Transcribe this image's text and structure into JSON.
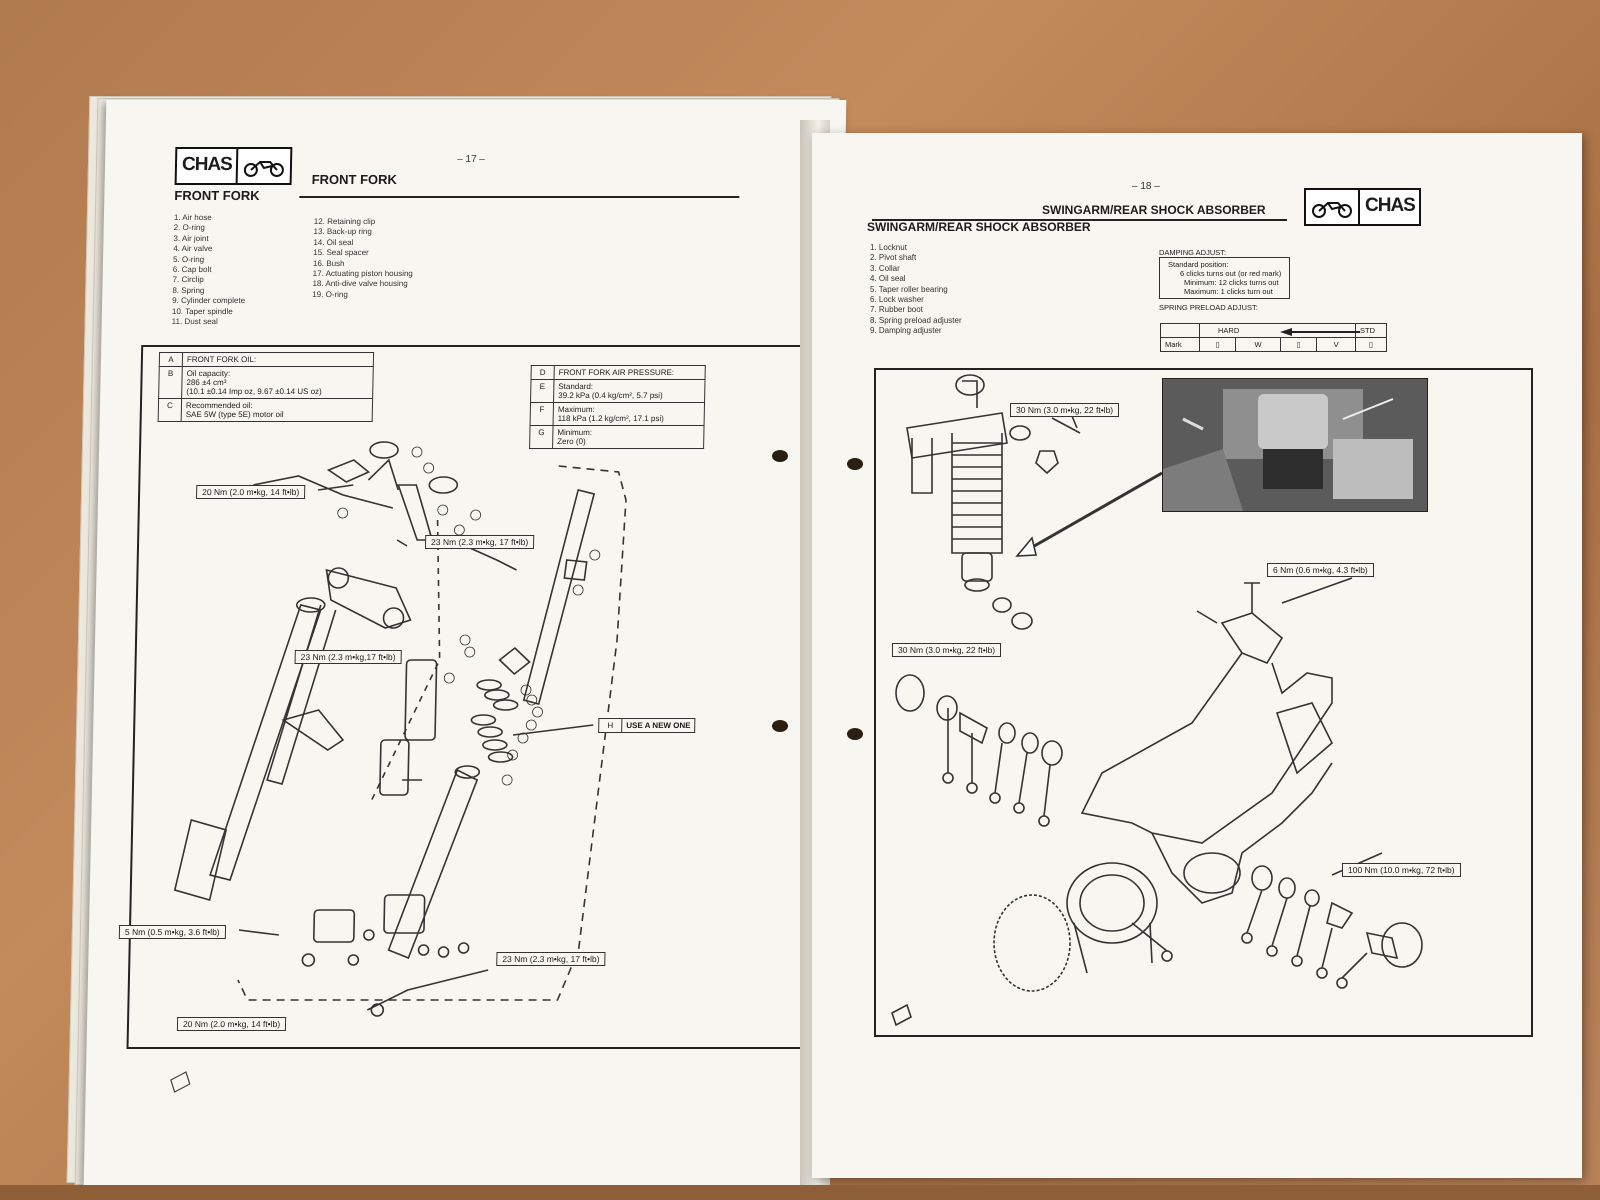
{
  "left": {
    "badge": "CHAS",
    "page_number": "– 17 –",
    "header_title": "FRONT FORK",
    "section_title": "FRONT FORK",
    "parts_col1": [
      "1.  Air hose",
      "2.  O-ring",
      "3.  Air joint",
      "4.  Air valve",
      "5.  O-ring",
      "6.  Cap bolt",
      "7.  Circlip",
      "8.  Spring",
      "9.  Cylinder complete",
      "10.  Taper spindle",
      "11.  Dust seal"
    ],
    "parts_col2": [
      "12.  Retaining clip",
      "13.  Back-up ring",
      "14.  Oil seal",
      "15.  Seal spacer",
      "16.  Bush",
      "17.  Actuating piston housing",
      "18.  Anti-dive valve housing",
      "19.  O-ring"
    ],
    "oil_spec": {
      "a_key": "A",
      "a_text": "FRONT FORK OIL:",
      "b_key": "B",
      "b_line1": "Oil capacity:",
      "b_line2": "286 ±4 cm³",
      "b_line3": "(10.1 ±0.14 Imp oz, 9.67 ±0.14 US oz)",
      "c_key": "C",
      "c_line1": "Recommended oil:",
      "c_line2": "SAE 5W (type 5E) motor oil"
    },
    "air_spec": {
      "d_key": "D",
      "d_text": "FRONT FORK AIR PRESSURE:",
      "e_key": "E",
      "e_line1": "Standard:",
      "e_line2": "39.2 kPa (0.4 kg/cm², 5.7 psi)",
      "f_key": "F",
      "f_line1": "Maximum:",
      "f_line2": "118 kPa (1.2 kg/cm², 17.1 psi)",
      "g_key": "G",
      "g_line1": "Minimum:",
      "g_line2": "Zero (0)"
    },
    "new_one": {
      "key": "H",
      "text": "USE A NEW ONE"
    },
    "torques": {
      "t1": "20 Nm (2.0 m•kg, 14 ft•lb)",
      "t2": "23 Nm (2.3 m•kg, 17 ft•lb)",
      "t3": "23 Nm (2.3 m•kg,17 ft•lb)",
      "t4": "5 Nm (0.5 m•kg, 3.6 ft•lb)",
      "t5": "23 Nm (2.3 m•kg, 17 ft•lb)",
      "t6": "20 Nm (2.0 m•kg, 14 ft•lb)"
    }
  },
  "right": {
    "badge": "CHAS",
    "page_number": "– 18 –",
    "header_title": "SWINGARM/REAR SHOCK ABSORBER",
    "section_title": "SWINGARM/REAR SHOCK ABSORBER",
    "parts": [
      "1.  Locknut",
      "2.  Pivot shaft",
      "3.  Collar",
      "4.  Oil seal",
      "5.  Taper roller bearing",
      "6.  Lock washer",
      "7.  Rubber boot",
      "8.  Spring preload adjuster",
      "9.  Damping adjuster"
    ],
    "damping": {
      "title": "DAMPING ADJUST:",
      "line1": "Standard position:",
      "line2": "6 clicks turns out (or red mark)",
      "line3": "Minimum:   12 clicks turns out",
      "line4": "Maximum:   1 clicks turn out"
    },
    "preload": {
      "title": "SPRING PRELOAD ADJUST:",
      "hard": "HARD",
      "std": "STD",
      "mark": "Mark"
    },
    "torques": {
      "t1": "30 Nm (3.0 m•kg, 22 ft•lb)",
      "t2": "30 Nm (3.0 m•kg, 22 ft•lb)",
      "t3": "6 Nm (0.6 m•kg, 4.3 ft•lb)",
      "t4": "100 Nm (10.0 m•kg, 72 ft•lb)"
    }
  },
  "colors": {
    "paper": "#f7f6f1",
    "wood": "#b07a4f",
    "ink": "#1c1c1c"
  }
}
